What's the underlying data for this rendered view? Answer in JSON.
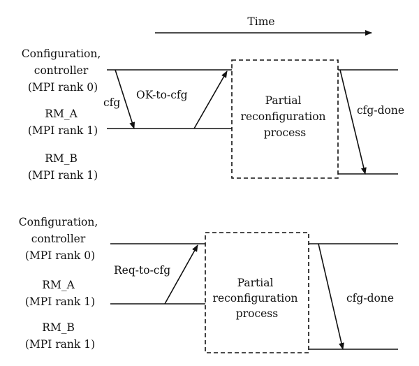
{
  "time_label": "Time",
  "top_panel": {
    "row_labels": [
      [
        "Configuration,",
        "controller",
        "(MPI rank 0)"
      ],
      [
        "RM_A",
        "(MPI rank 1)"
      ],
      [
        "RM_B",
        "(MPI rank 1)"
      ]
    ],
    "box_text": [
      "Partial",
      "reconfiguration",
      "process"
    ],
    "messages": {
      "cfg": "cfg",
      "ok_to_cfg": "OK-to-cfg",
      "cfg_done": "cfg-done"
    }
  },
  "bottom_panel": {
    "row_labels": [
      [
        "Configuration,",
        "controller",
        "(MPI rank 0)"
      ],
      [
        "RM_A",
        "(MPI rank 1)"
      ],
      [
        "RM_B",
        "(MPI rank 1)"
      ]
    ],
    "box_text": [
      "Partial",
      "reconfiguration",
      "process"
    ],
    "messages": {
      "req_to_cfg": "Req-to-cfg",
      "cfg_done": "cfg-done"
    }
  }
}
